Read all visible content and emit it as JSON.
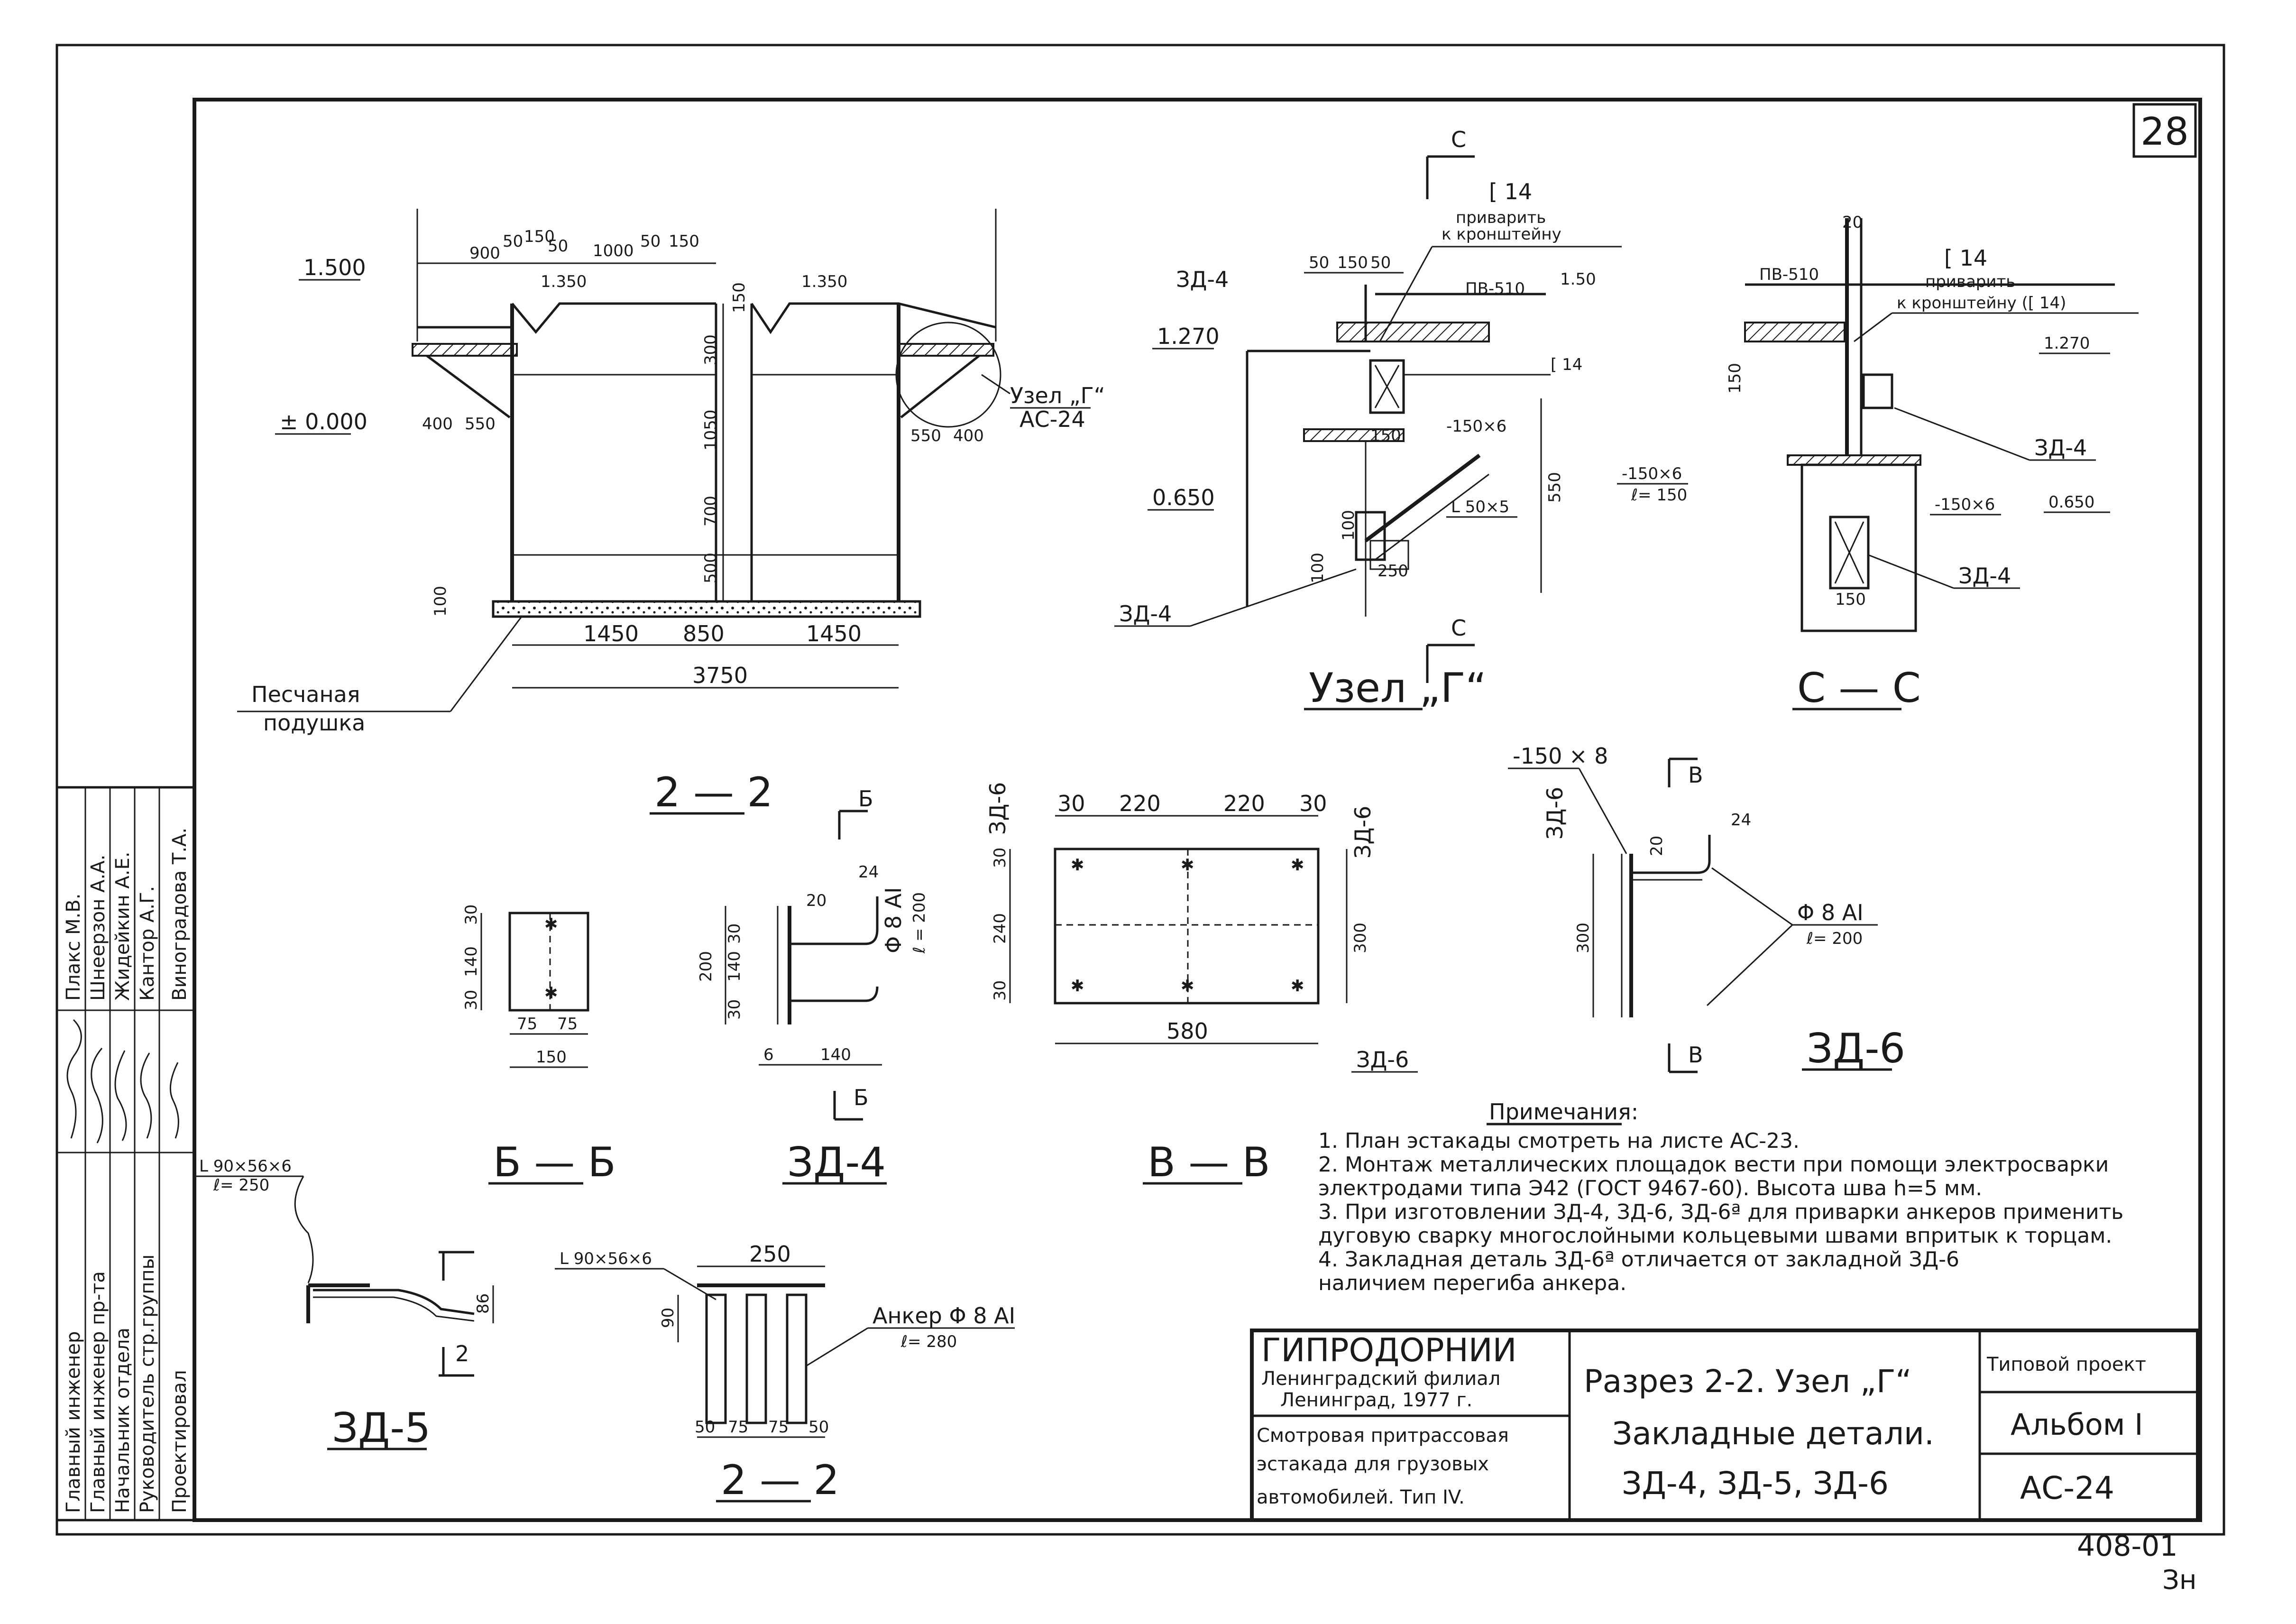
{
  "sheet": {
    "number": "28",
    "album_code": "408-01",
    "corner_mark": "Зн"
  },
  "section_2_2": {
    "label": "2 — 2",
    "levels": [
      "1.500",
      "1.350",
      "1.350",
      "± 0.000"
    ],
    "dims_top": [
      "900",
      "50",
      "150",
      "50",
      "1000",
      "50",
      "150"
    ],
    "dims_vert": [
      "150",
      "300",
      "1050",
      "700",
      "500",
      "100"
    ],
    "dims_bottom": [
      "1450",
      "850",
      "1450",
      "3750"
    ],
    "dims_console": [
      "400",
      "550",
      "550",
      "400"
    ],
    "sand_label_1": "Песчаная",
    "sand_label_2": "подушка",
    "node_ref_1": "Узел „Г“",
    "node_ref_2": "АС-24"
  },
  "node_g": {
    "label": "Узел „Г“",
    "cut_top": "С",
    "cut_bottom": "С",
    "part_ref": "ЗД-4",
    "part_ref_bottom": "ЗД-4",
    "channel": "[ 14",
    "channel_2": "[ 14",
    "weld_1": "приварить",
    "weld_2": "к кронштейну",
    "beam": "ПВ-510",
    "levels": [
      "1.270",
      "1.50",
      "0.650"
    ],
    "dims_top": [
      "50",
      "150",
      "50"
    ],
    "dims_misc": [
      "150",
      "550",
      "100",
      "100",
      "250"
    ],
    "plate": "-150×6",
    "angle": "L 50×5"
  },
  "section_c_c": {
    "label": "С — С",
    "dim_top": "20",
    "channel": "[ 14",
    "weld_1": "приварить",
    "weld_2": "к кронштейну ([ 14)",
    "beam": "ПВ-510",
    "levels": [
      "1.270",
      "0.650"
    ],
    "dim_side": "150",
    "dim_small": "150",
    "part_ref_1": "ЗД-4",
    "part_ref_2": "ЗД-4",
    "plate_1": "-150×6",
    "plate_1_len": "ℓ= 150",
    "plate_2": "-150×6"
  },
  "section_b_b": {
    "label": "Б — Б",
    "dims_vert": [
      "30",
      "140",
      "30"
    ],
    "dims_horiz": [
      "75",
      "75",
      "150"
    ]
  },
  "part_zd4": {
    "label": "ЗД-4",
    "cut": "Б",
    "cut_bottom": "Б",
    "dims_vert": [
      "200",
      "140",
      "30",
      "30"
    ],
    "dims_horiz": [
      "6",
      "140"
    ],
    "dim_20": "20",
    "dim_24": "24",
    "rebar": "Φ 8 АI",
    "rebar_len": "ℓ = 200"
  },
  "section_v_v": {
    "label": "В — В",
    "part_left": "ЗД-6",
    "part_right": "ЗД-6",
    "part_bottom": "ЗД-6",
    "dims_top": [
      "30",
      "220",
      "220",
      "30"
    ],
    "dims_left": [
      "30",
      "240",
      "30"
    ],
    "dim_right": "300",
    "dim_bottom": "580"
  },
  "part_zd6": {
    "label": "ЗД-6",
    "plate": "-150 × 8",
    "part_side": "ЗД-6",
    "cut_top": "В",
    "cut_bottom": "В",
    "dim_20": "20",
    "dim_24": "24",
    "dim_300": "300",
    "rebar": "Φ 8 АI",
    "rebar_len": "ℓ= 200"
  },
  "part_zd5": {
    "label": "ЗД-5",
    "angle": "L 90×56×6",
    "angle_len": "ℓ= 250",
    "dim_86": "86",
    "cut": "2"
  },
  "section_2_2_small": {
    "label": "2 — 2",
    "angle": "L 90×56×6",
    "dim_top": "250",
    "dim_side": "90",
    "dims_bottom": [
      "50",
      "75",
      "75",
      "50"
    ],
    "anchor": "Анкер Φ 8 АI",
    "anchor_len": "ℓ= 280"
  },
  "notes": {
    "title": "Примечания:",
    "lines": [
      "1. План эстакады смотреть на листе АС-23.",
      "2. Монтаж металлических площадок вести при помощи электросварки",
      "   электродами типа Э42 (ГОСТ 9467-60). Высота шва h=5 мм.",
      "3. При изготовлении ЗД-4, ЗД-6, ЗД-6ª для приварки анкеров применить",
      "   дуговую сварку многослойными кольцевыми швами впритык к торцам.",
      "4. Закладная деталь ЗД-6ª отличается от закладной ЗД-6",
      "   наличием перегиба анкера."
    ]
  },
  "stamp": {
    "org": "ГИПРОДОРНИИ",
    "branch": "Ленинградский филиал",
    "city_year": "Ленинград, 1977 г.",
    "project_1": "Смотровая притрассовая",
    "project_2": "эстакада для грузовых",
    "project_3": "автомобилей. Тип IV.",
    "title_1": "Разрез 2-2. Узел „Г“",
    "title_2": "Закладные детали.",
    "title_3": "ЗД-4, ЗД-5, ЗД-6",
    "type_label": "Типовой проект",
    "album": "Альбом I",
    "sheet_code": "АС-24"
  },
  "staff": [
    {
      "role": "Главный инженер",
      "name": "Плакс М.В."
    },
    {
      "role": "Главный инженер пр-та",
      "name": "Шнеерзон А.А."
    },
    {
      "role": "Начальник отдела",
      "name": "Жидейкин А.Е."
    },
    {
      "role": "Руководитель стр.группы",
      "name": "Кантор А.Г."
    },
    {
      "role": "Проектировал",
      "name": "Виноградова Т.А."
    }
  ]
}
